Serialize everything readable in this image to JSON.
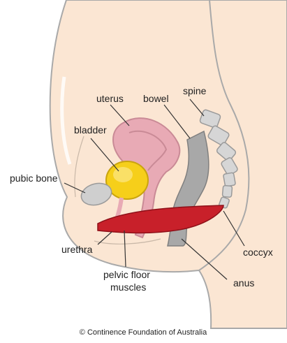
{
  "labels": {
    "uterus": "uterus",
    "bowel": "bowel",
    "spine": "spine",
    "bladder": "bladder",
    "pubic_bone": "pubic bone",
    "urethra": "urethra",
    "pelvic_floor_line1": "pelvic floor",
    "pelvic_floor_line2": "muscles",
    "anus": "anus",
    "coccyx": "coccyx"
  },
  "credit": "© Continence Foundation of Australia",
  "colors": {
    "skin": "#fbe6d3",
    "outline": "#a9a9a9",
    "uterus": "#e8aab5",
    "uterus_outline": "#c98a96",
    "bladder": "#f6cf1a",
    "bladder_outline": "#c9a40f",
    "bowel": "#a8a8a8",
    "bone": "#cfcfcf",
    "muscle": "#c8202a",
    "leader": "#333333"
  }
}
